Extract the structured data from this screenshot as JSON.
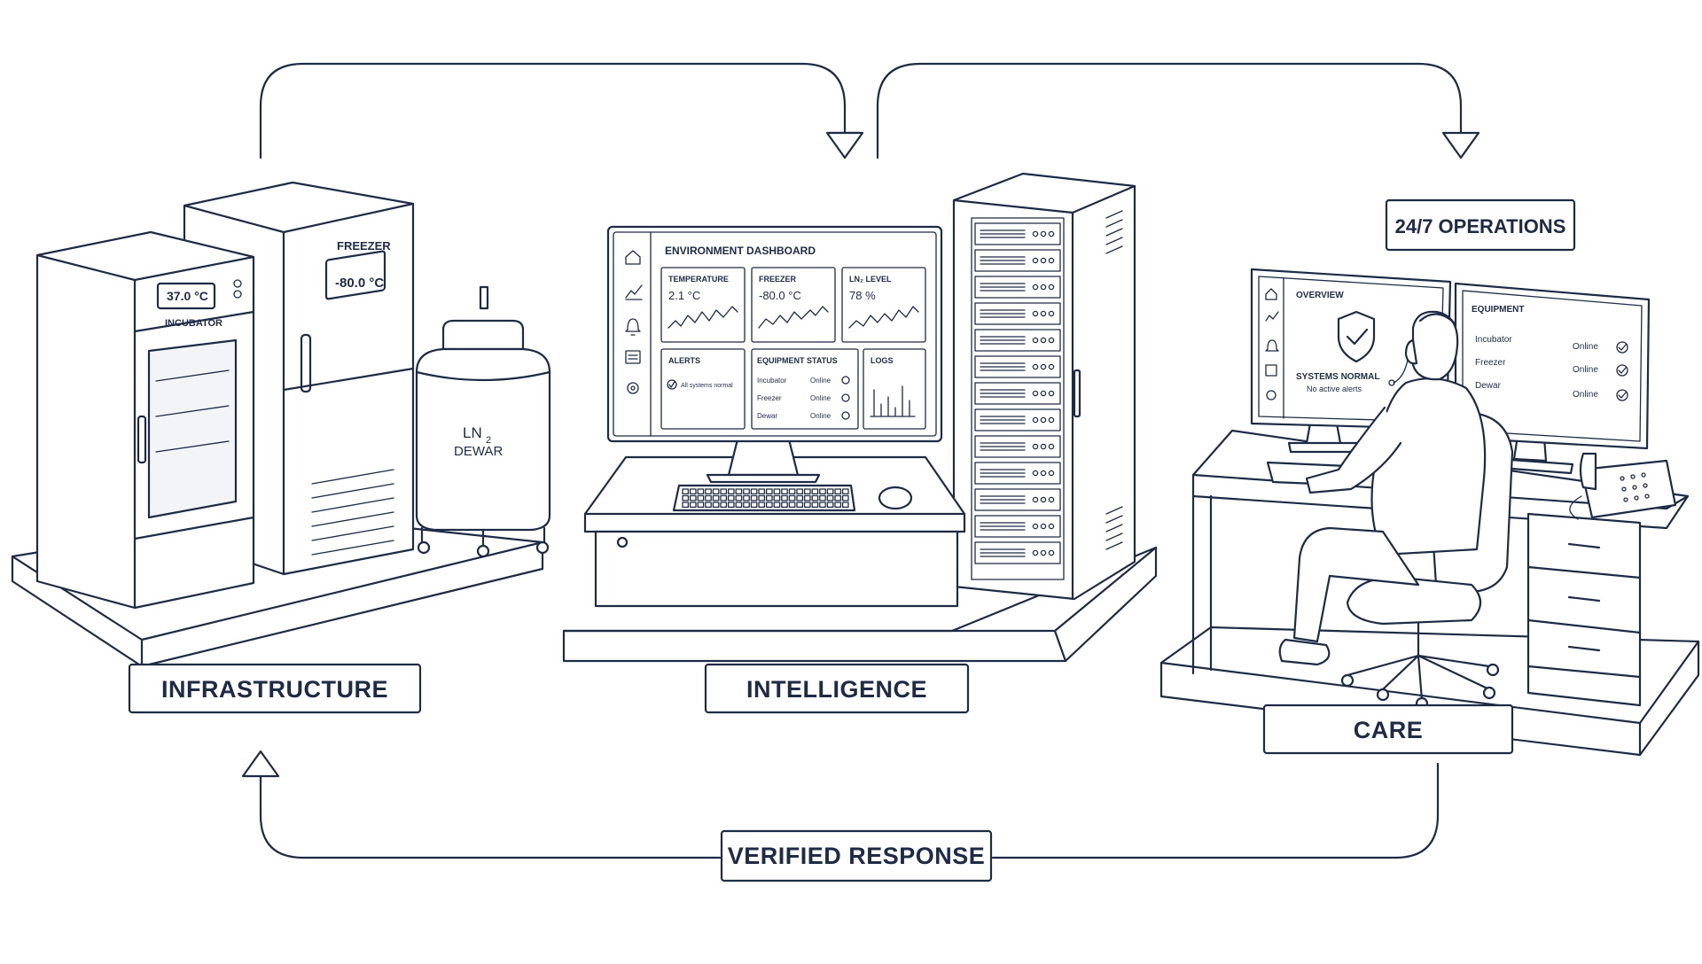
{
  "labels": {
    "infrastructure": "INFRASTRUCTURE",
    "intelligence": "INTELLIGENCE",
    "care": "CARE",
    "verified_response": "VERIFIED RESPONSE",
    "operations": "24/7 OPERATIONS"
  },
  "infrastructure": {
    "incubator_label": "INCUBATOR",
    "incubator_temp": "37.0 °C",
    "freezer_label": "FREEZER",
    "freezer_temp": "-80.0 °C",
    "dewar_label_main": "LN",
    "dewar_label_sub": "2",
    "dewar_label_2": "DEWAR"
  },
  "dashboard": {
    "title": "ENVIRONMENT DASHBOARD",
    "cards": [
      {
        "label": "TEMPERATURE",
        "value": "2.1 °C"
      },
      {
        "label": "FREEZER",
        "value": "-80.0 °C"
      },
      {
        "label": "LN₂ LEVEL",
        "value": "78 %"
      }
    ],
    "alerts_title": "ALERTS",
    "alerts_text": "All systems normal",
    "equipment_title": "EQUIPMENT STATUS",
    "equipment": [
      {
        "name": "Incubator",
        "status": "Online"
      },
      {
        "name": "Freezer",
        "status": "Online"
      },
      {
        "name": "Dewar",
        "status": "Online"
      }
    ],
    "logs_title": "LOGS"
  },
  "care": {
    "overview_title": "OVERVIEW",
    "systems_normal": "SYSTEMS NORMAL",
    "no_alerts": "No active alerts",
    "equipment_title": "EQUIPMENT",
    "equipment": [
      {
        "name": "Incubator",
        "status": "Online"
      },
      {
        "name": "Freezer",
        "status": "Online"
      },
      {
        "name": "Dewar",
        "status": "Online"
      }
    ]
  },
  "colors": {
    "ink": "#1e2b45",
    "background": "#ffffff"
  }
}
